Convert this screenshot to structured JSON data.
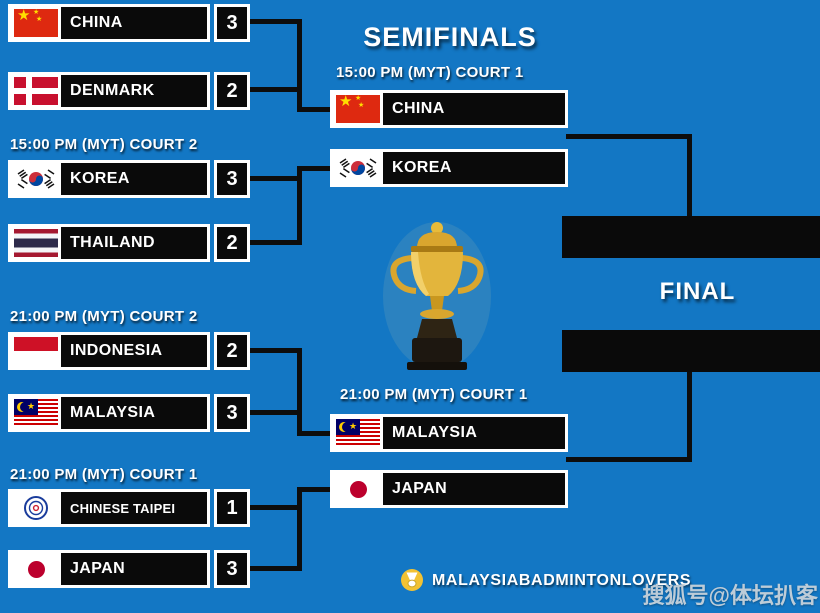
{
  "colors": {
    "background": "#1377c4",
    "box": "#0a0a0a",
    "box_border": "#ffffff",
    "bracket_line": "#0d0d0d",
    "gold": "#e3b53c"
  },
  "titles": {
    "semifinals": "SEMIFINALS",
    "final": "FINAL"
  },
  "quarterfinals": [
    {
      "time": "",
      "teams": [
        {
          "name": "CHINA",
          "flag": "china",
          "score": "3"
        },
        {
          "name": "DENMARK",
          "flag": "denmark",
          "score": "2"
        }
      ]
    },
    {
      "time": "15:00 PM (MYT) COURT 2",
      "teams": [
        {
          "name": "KOREA",
          "flag": "korea",
          "score": "3"
        },
        {
          "name": "THAILAND",
          "flag": "thailand",
          "score": "2"
        }
      ]
    },
    {
      "time": "21:00 PM (MYT) COURT 2",
      "teams": [
        {
          "name": "INDONESIA",
          "flag": "indonesia",
          "score": "2"
        },
        {
          "name": "MALAYSIA",
          "flag": "malaysia",
          "score": "3"
        }
      ]
    },
    {
      "time": "21:00 PM (MYT) COURT 1",
      "teams": [
        {
          "name": "CHINESE TAIPEI",
          "flag": "chinese-taipei",
          "score": "1"
        },
        {
          "name": "JAPAN",
          "flag": "japan",
          "score": "3"
        }
      ]
    }
  ],
  "semifinals": [
    {
      "time": "15:00 PM (MYT) COURT 1",
      "teams": [
        {
          "name": "CHINA",
          "flag": "china"
        },
        {
          "name": "KOREA",
          "flag": "korea"
        }
      ]
    },
    {
      "time": "21:00 PM (MYT) COURT 1",
      "teams": [
        {
          "name": "MALAYSIA",
          "flag": "malaysia"
        },
        {
          "name": "JAPAN",
          "flag": "japan"
        }
      ]
    }
  ],
  "final": {
    "slots": [
      "",
      ""
    ]
  },
  "footer": {
    "brand": "MALAYSIABADMINTONLOVERS",
    "watermark": "搜狐号@体坛扒客"
  }
}
